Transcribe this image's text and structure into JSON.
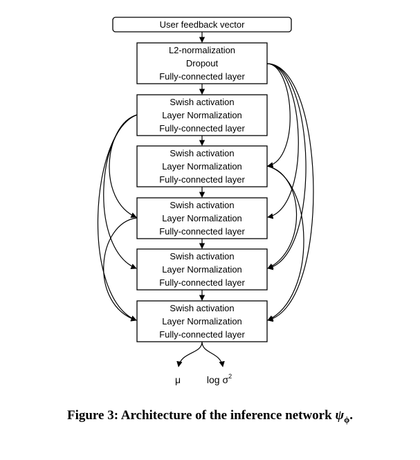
{
  "input_box": {
    "label": "User feedback vector"
  },
  "blocks": [
    {
      "lines": [
        "L2-normalization",
        "Dropout",
        "Fully-connected layer"
      ]
    },
    {
      "lines": [
        "Swish activation",
        "Layer Normalization",
        "Fully-connected layer"
      ]
    },
    {
      "lines": [
        "Swish activation",
        "Layer Normalization",
        "Fully-connected layer"
      ]
    },
    {
      "lines": [
        "Swish activation",
        "Layer Normalization",
        "Fully-connected layer"
      ]
    },
    {
      "lines": [
        "Swish activation",
        "Layer Normalization",
        "Fully-connected layer"
      ]
    },
    {
      "lines": [
        "Swish activation",
        "Layer Normalization",
        "Fully-connected layer"
      ]
    }
  ],
  "outputs": {
    "mu": "μ",
    "log_sigma": "log σ",
    "log_sigma_exp": "2"
  },
  "caption": {
    "prefix": "Figure 3: Architecture of the inference network ",
    "symbol": "ψ",
    "subscript": "ϕ",
    "suffix": "."
  }
}
